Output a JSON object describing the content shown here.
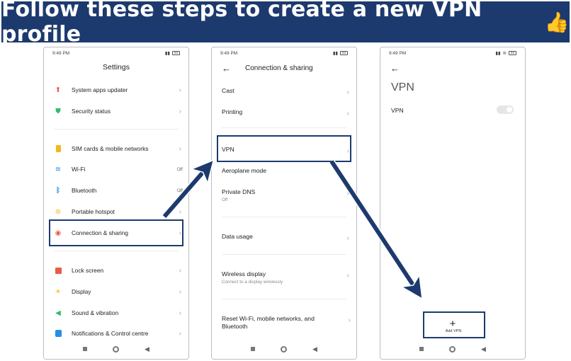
{
  "banner": {
    "title": "Follow these steps to create a new VPN profile",
    "emoji": "👍"
  },
  "status": {
    "time": "9:49 PM",
    "battery": "53"
  },
  "screen1": {
    "title": "Settings",
    "items": [
      {
        "label": "System apps updater",
        "value": "",
        "icon": "arrow-up-icon",
        "color": "#e85d4a"
      },
      {
        "label": "Security status",
        "value": "",
        "icon": "shield-check-icon",
        "color": "#2ebd6b"
      },
      {
        "label": "SIM cards & mobile networks",
        "value": "",
        "icon": "sim-card-icon",
        "color": "#f2b81b"
      },
      {
        "label": "Wi-Fi",
        "value": "Off",
        "icon": "wifi-icon",
        "color": "#2a8de8"
      },
      {
        "label": "Bluetooth",
        "value": "Off",
        "icon": "bluetooth-icon",
        "color": "#2a8de8"
      },
      {
        "label": "Portable hotspot",
        "value": "",
        "icon": "hotspot-icon",
        "color": "#f2b81b"
      },
      {
        "label": "Connection & sharing",
        "value": "",
        "icon": "connection-icon",
        "color": "#e85d4a"
      },
      {
        "label": "Lock screen",
        "value": "",
        "icon": "lock-icon",
        "color": "#e85d4a"
      },
      {
        "label": "Display",
        "value": "",
        "icon": "sun-icon",
        "color": "#f2b81b"
      },
      {
        "label": "Sound & vibration",
        "value": "",
        "icon": "speaker-icon",
        "color": "#2ebd6b"
      },
      {
        "label": "Notifications & Control centre",
        "value": "",
        "icon": "notification-icon",
        "color": "#2a8de8"
      }
    ]
  },
  "screen2": {
    "title": "Connection & sharing",
    "items": [
      {
        "label": "Cast",
        "sub": ""
      },
      {
        "label": "Printing",
        "sub": ""
      },
      {
        "label": "VPN",
        "sub": ""
      },
      {
        "label": "Aeroplane mode",
        "sub": ""
      },
      {
        "label": "Private DNS",
        "sub": "Off"
      },
      {
        "label": "Data usage",
        "sub": ""
      },
      {
        "label": "Wireless display",
        "sub": "Connect to a display wirelessly"
      },
      {
        "label": "Reset Wi-Fi, mobile networks, and Bluetooth",
        "sub": ""
      }
    ]
  },
  "screen3": {
    "title": "VPN",
    "vpn_label": "VPN",
    "vpn_toggle_on": false,
    "add_symbol": "+",
    "add_label": "Add VPN"
  },
  "colors": {
    "banner": "#1d3a6e",
    "highlight": "#1d3a6e"
  }
}
